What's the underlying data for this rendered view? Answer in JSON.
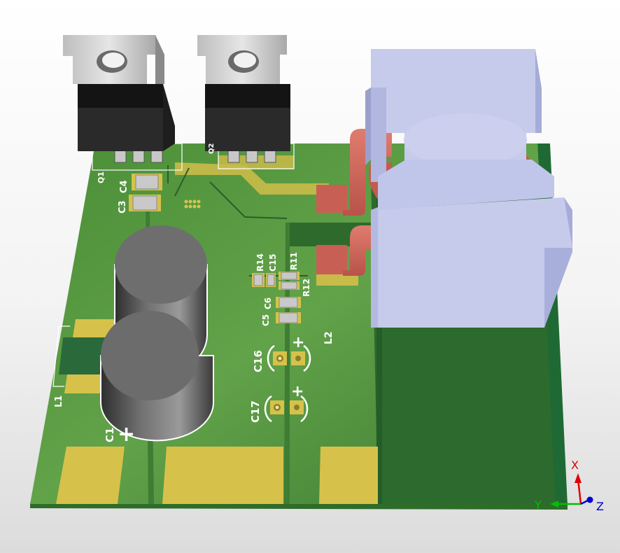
{
  "board": {
    "designators": {
      "q1": "Q1",
      "q2": "Q2",
      "c1": "C1",
      "c3": "C3",
      "c4": "C4",
      "c5": "C5",
      "c6": "C6",
      "c15": "C15",
      "c16": "C16",
      "c17": "C17",
      "r11": "R11",
      "r12": "R12",
      "r14": "R14",
      "l1": "L1",
      "l2": "L2"
    },
    "polarity": {
      "c1": "+",
      "c16": "+",
      "c17": "+"
    }
  },
  "axes": {
    "x": "X",
    "y": "Y",
    "z": "Z"
  },
  "colors": {
    "board_top": "#4f9a3a",
    "board_edge": "#2f6e2b",
    "copper_pad": "#d6c24a",
    "inductor_body": "#c6cbec",
    "inductor_wire": "#d66a5c",
    "x_axis": "#e00000",
    "y_axis": "#00c000",
    "z_axis": "#0000d0"
  }
}
